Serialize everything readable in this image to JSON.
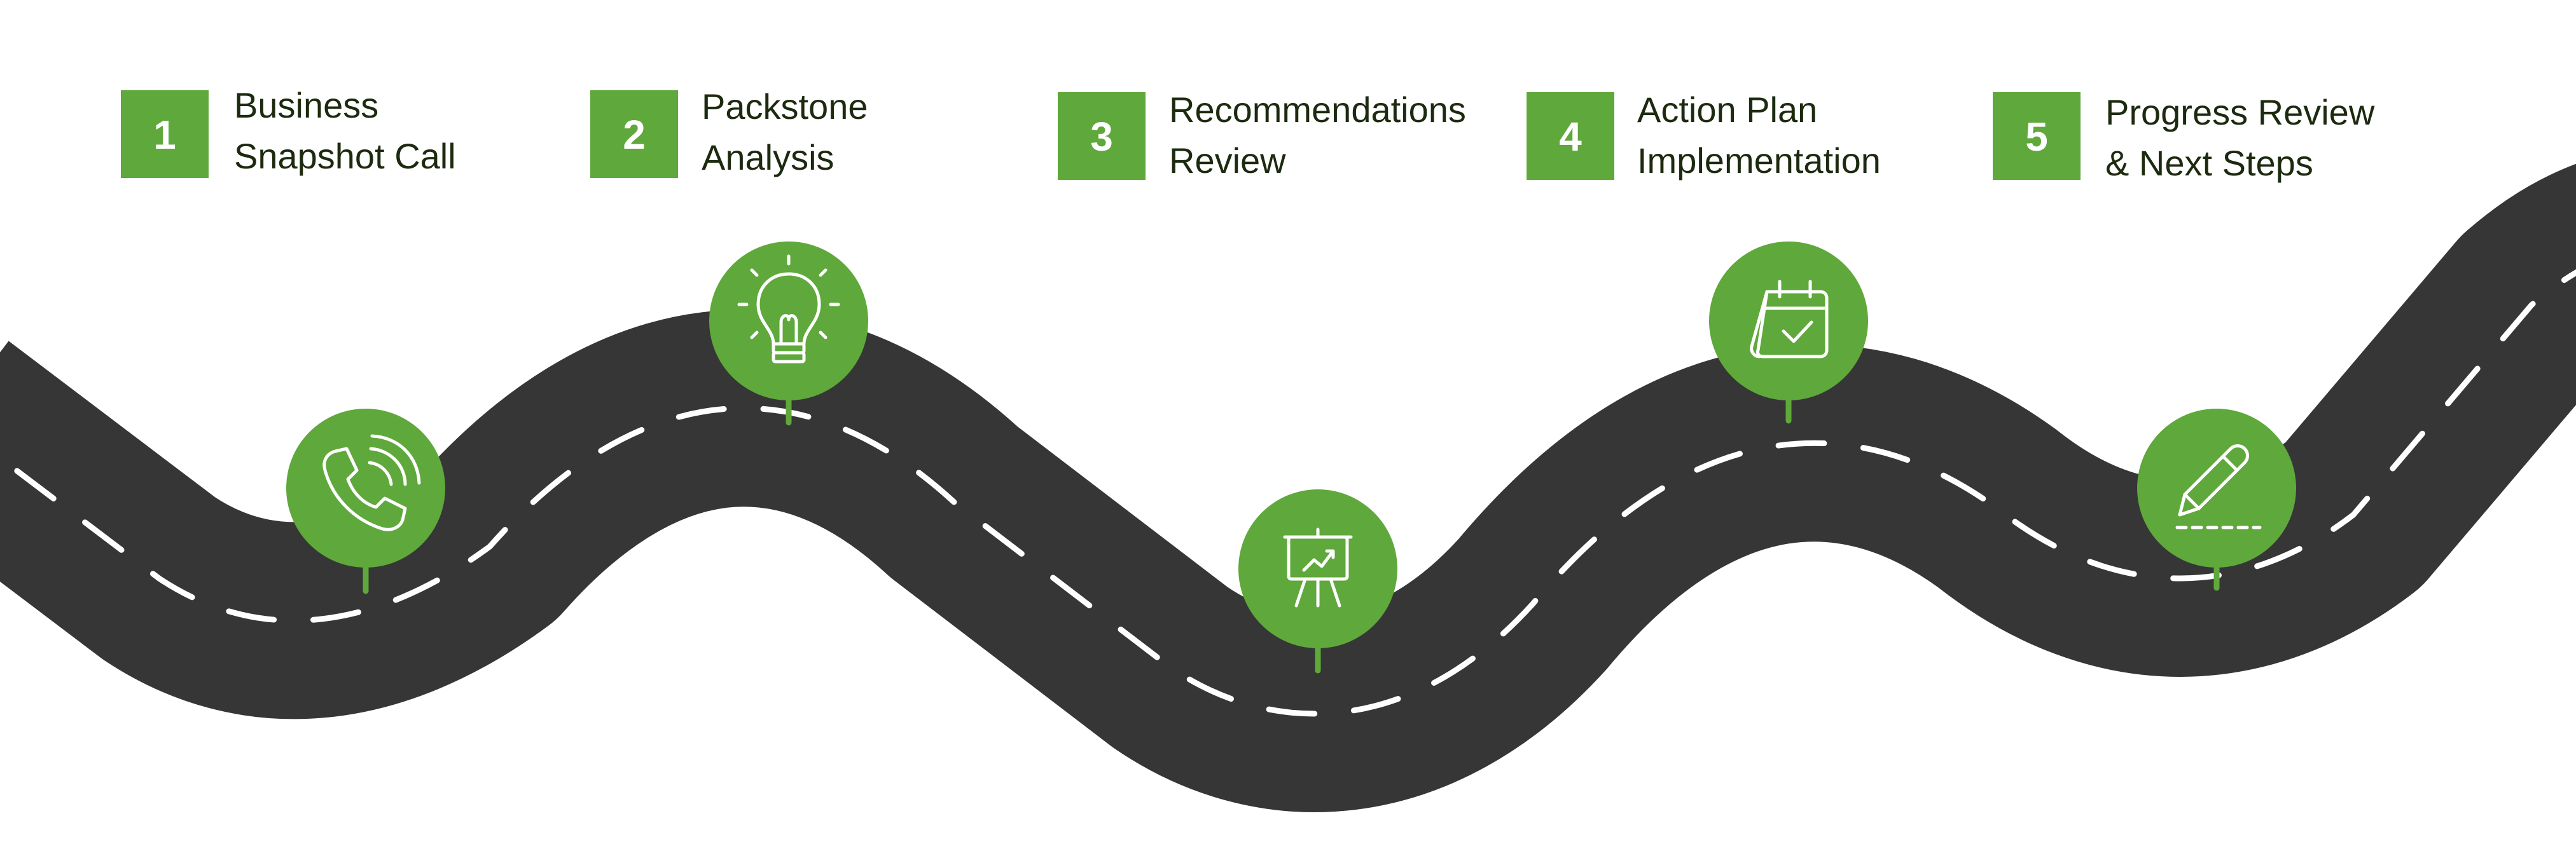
{
  "colors": {
    "accent": "#5fa83b",
    "road": "#363636",
    "lane": "#ffffff",
    "label_text": "#1c2a0f"
  },
  "steps": [
    {
      "number": "1",
      "line1": "Business",
      "line2": "Snapshot Call",
      "icon": "phone-ringing-icon"
    },
    {
      "number": "2",
      "line1": "Packstone",
      "line2": "Analysis",
      "icon": "lightbulb-icon"
    },
    {
      "number": "3",
      "line1": "Recommendations",
      "line2": "Review",
      "icon": "presentation-board-icon"
    },
    {
      "number": "4",
      "line1": "Action Plan",
      "line2": "Implementation",
      "icon": "calendar-check-icon"
    },
    {
      "number": "5",
      "line1": "Progress Review",
      "line2": "& Next Steps",
      "icon": "pencil-signature-icon"
    }
  ]
}
